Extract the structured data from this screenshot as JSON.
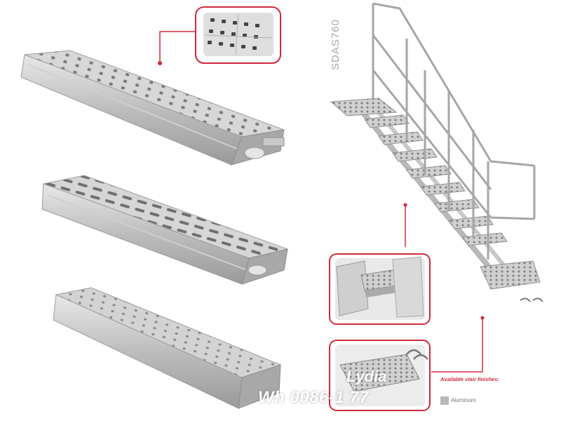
{
  "image": {
    "description_labels": {
      "stair_model": "SDAS760",
      "finishes_title": "Available stair finishes:",
      "finish_option": "Aluminum"
    },
    "watermark": {
      "name": "Lydia",
      "phone": "Wh     0086-1    77"
    },
    "colors": {
      "accent_red": "#d02a3a",
      "metal_light": "#dcdcdc",
      "metal_mid": "#b4b4b4",
      "metal_dark": "#8e8e8e"
    }
  }
}
